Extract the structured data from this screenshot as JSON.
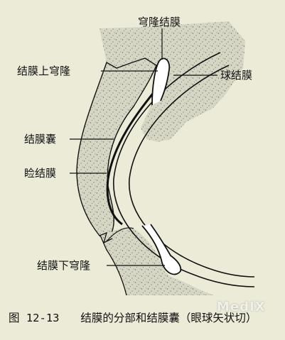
{
  "labels": {
    "fornix_conjunctiva": "穹隆结膜",
    "superior_fornix": "结膜上穹隆",
    "bulbar_conjunctiva": "球结膜",
    "conjunctival_sac": "结膜囊",
    "palpebral_conjunctiva": "睑结膜",
    "inferior_fornix": "结膜下穹隆"
  },
  "caption": {
    "figure_number": "图 12-13",
    "title": "结膜的分部和结膜囊（眼球矢状切）"
  },
  "watermark": "MedIX",
  "colors": {
    "background": "#ebebd8",
    "tissue": "#d6d6c4",
    "stipple": "#6d6d60",
    "line": "#111111"
  }
}
